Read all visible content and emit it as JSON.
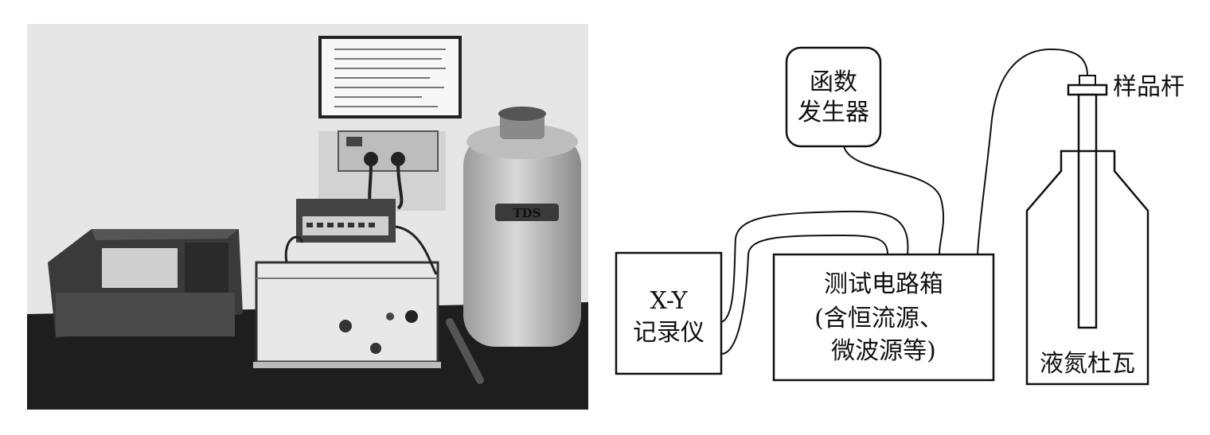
{
  "photo": {
    "cryo_tank_marking": "TDS"
  },
  "diagram": {
    "function_generator": {
      "lines": [
        "函数",
        "发生器"
      ]
    },
    "xy_recorder": {
      "lines": [
        "X-Y",
        "记录仪"
      ]
    },
    "test_circuit_box": {
      "lines": [
        "测试电路箱",
        "(含恒流源、",
        "微波源等)"
      ]
    },
    "sample_rod_label": "样品杆",
    "dewar_label": "液氮杜瓦"
  },
  "colors": {
    "ink": "#111111",
    "photo_bg": "#e4e4e4",
    "table": "#1c1c1c"
  }
}
